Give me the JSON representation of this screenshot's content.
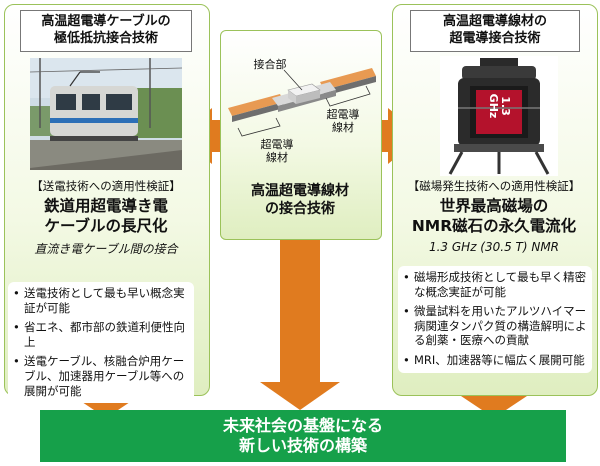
{
  "left_panel": {
    "title": "高温超電導ケーブルの\n極低抵抗接合技術",
    "tag": "【送電技術への適用性検証】",
    "heading": "鉄道用超電導き電\nケーブルの長尺化",
    "subtitle": "直流き電ケーブル間の接合",
    "bullets": [
      "送電技術として最も早い概念実証が可能",
      "省エネ、都市部の鉄道利便性向上",
      "送電ケーブル、核融合炉用ケーブル、加速器用ケーブル等への展開が可能"
    ]
  },
  "center_panel": {
    "label_joint": "接合部",
    "label_wire_left": "超電導\n線材",
    "label_wire_right": "超電導\n線材",
    "title": "高温超電導線材\nの接合技術"
  },
  "right_panel": {
    "title": "高温超電導線材の\n超電導接合技術",
    "magnet_text": "1.3\nGHz",
    "tag": "【磁場発生技術への適用性検証】",
    "heading": "世界最高磁場の\nNMR磁石の永久電流化",
    "subtitle": "1.3 GHz (30.5 T) NMR",
    "bullets": [
      "磁場形成技術として最も早く精密な概念実証が可能",
      "微量試料を用いたアルツハイマー病関連タンパク質の構造解明による創薬・医療への貢献",
      "MRI、加速器等に幅広く展開可能"
    ]
  },
  "bottom": {
    "text": "未来社会の基盤になる\n新しい技術の構築"
  },
  "colors": {
    "panel_border": "#9bc25a",
    "arrow": "#e07b1f",
    "bottom_bar": "#16a04a"
  }
}
